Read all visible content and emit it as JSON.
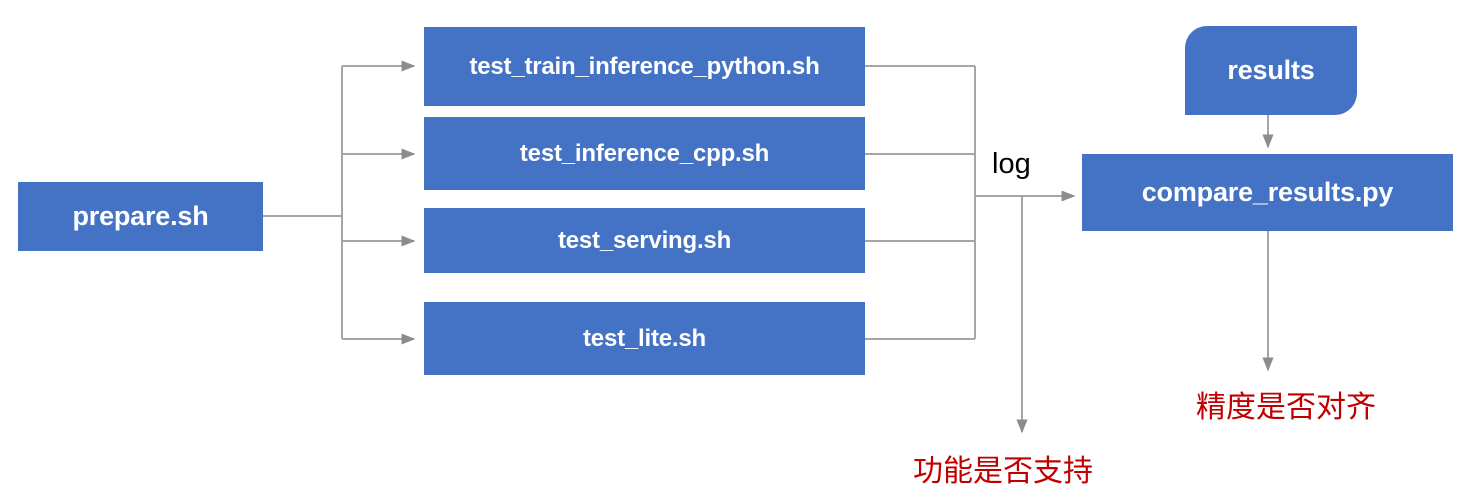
{
  "diagram": {
    "title_shown": false,
    "background": "#ffffff",
    "node_color": "#4472C4",
    "node_text_color": "#ffffff",
    "connector_color": "#A6A6A6",
    "annotation_color": "#C00000",
    "entry": {
      "label": "prepare.sh"
    },
    "test_scripts": [
      {
        "label": "test_train_inference_python.sh"
      },
      {
        "label": "test_inference_cpp.sh"
      },
      {
        "label": "test_serving.sh"
      },
      {
        "label": "test_lite.sh"
      }
    ],
    "results_node": {
      "label": "results"
    },
    "compare_node": {
      "label": "compare_results.py"
    },
    "edge_labels": {
      "log": "log"
    },
    "annotations": {
      "function_support": "功能是否支持",
      "precision_aligned": "精度是否对齐"
    }
  }
}
